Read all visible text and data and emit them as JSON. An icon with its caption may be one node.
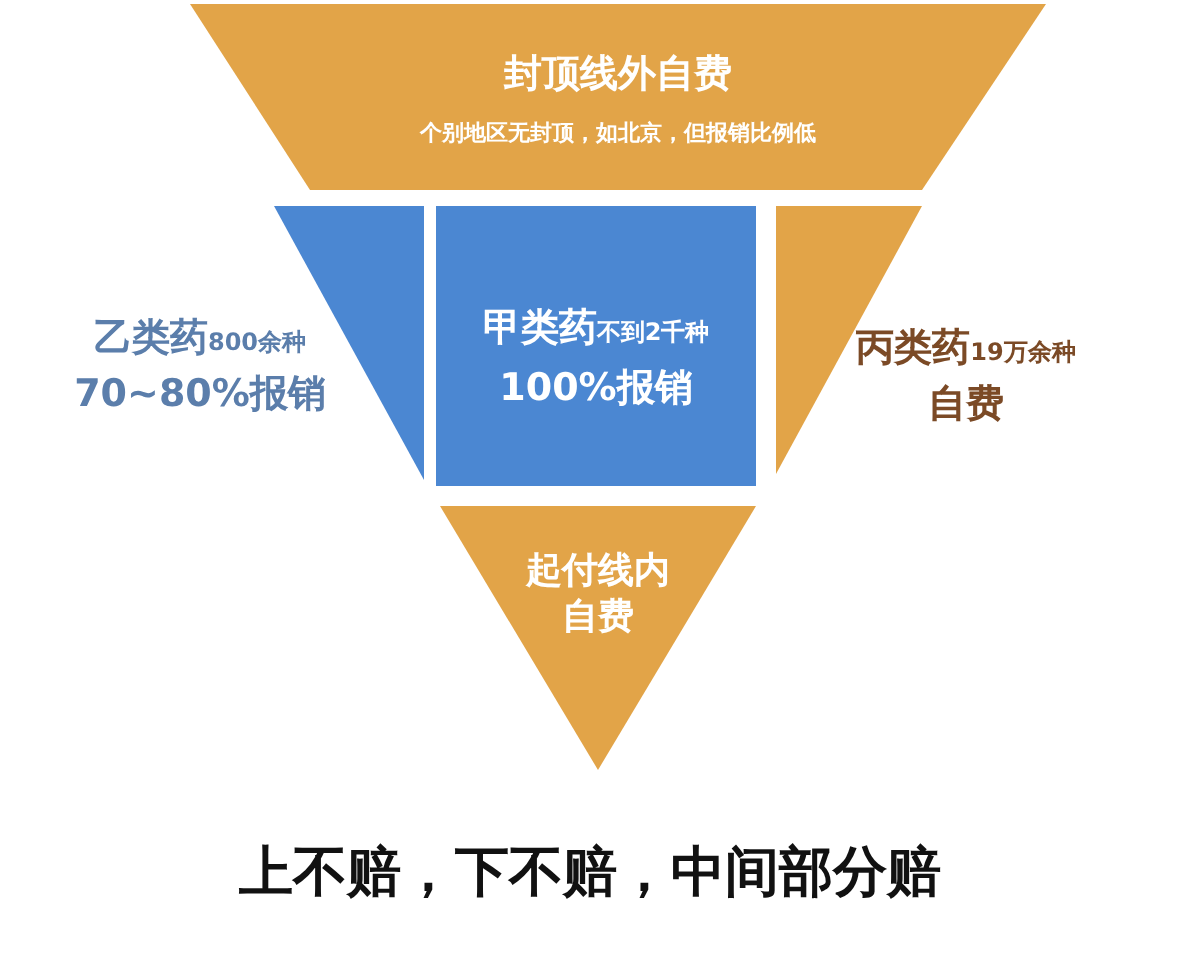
{
  "diagram": {
    "nodes": [
      {
        "text": [
          "封顶线外自费",
          "个别地区无封顶，如北京，但报销比例低"
        ]
      },
      {
        "text": [
          "乙类药$_{800余种}$",
          "70~80%报销"
        ]
      },
      {
        "text": [
          "甲类药$_{不到2千种}$",
          "100%报销"
        ]
      },
      {
        "text": [
          "丙类药$_{19万余种}$",
          "自费"
        ]
      },
      {
        "text": [
          "起付线内自费"
        ]
      }
    ],
    "edges": [],
    "labels": [
      "上不赔，下不赔，中间部分赔"
    ]
  }
}
